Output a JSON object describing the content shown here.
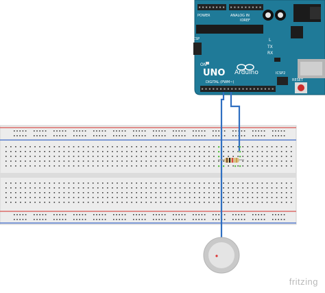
{
  "arduino": {
    "model_label": "UNO",
    "brand_label": "Arduino",
    "on_label": "ON",
    "tx_label": "TX",
    "rx_label": "RX",
    "l_label": "L",
    "icsp_label": "ICSP",
    "icsp2_label": "ICSP2",
    "reset_label": "RESET",
    "digital_label": "DIGITAL (PWM~)",
    "analog_label": "ANALOG IN",
    "power_label": "POWER",
    "ioref_label": "IOREF",
    "colors": {
      "board": "#1f7a98",
      "board_edge": "#155a72",
      "header": "#222222"
    }
  },
  "breadboard": {
    "colors": {
      "body": "#ececec",
      "rail_red": "#d9534f",
      "rail_blue": "#3b67c8",
      "hole": "#3a3a3a"
    }
  },
  "components": {
    "resistor": {
      "colors": {
        "body": "#d8c08a",
        "band1": "#7a4a1e",
        "band2": "#1a1a1a",
        "band3": "#d44",
        "band4": "#caa24a"
      }
    },
    "piezo": {
      "colors": {
        "outer": "#c9c9c9",
        "inner": "#e4e4e4"
      }
    },
    "wire_color": "#2f6fc1",
    "highlight_color": "#57c043"
  },
  "watermark": "fritzing"
}
